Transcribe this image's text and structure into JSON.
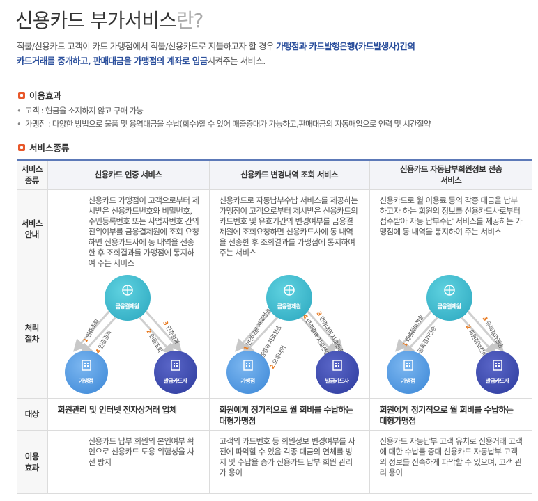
{
  "page": {
    "title_main": "신용카드 부가서비스",
    "title_suffix": "란?",
    "intro_part1": "직불/신용카드 고객이 카드 가맹점에서 직불/신용카드로 지불하고자 할 경우 ",
    "intro_part2": "가맹점과 카드발행은행(카드발생사)간의",
    "intro_part3": "카드거래를 중개하고, 판매대금을 가맹점의 계좌로 입금",
    "intro_part4": "시켜주는 서비스."
  },
  "effects": {
    "heading": "이용효과",
    "items": [
      "고객 : 현금을 소지하지 않고 구매 가능",
      "가맹점 : 다양한 방법으로 물품 및 용역대금을 수납(회수)할 수 있어 매출증대가 가능하고,판매대금의 자동매입으로 인력 및 시간절약"
    ]
  },
  "service_types": {
    "heading": "서비스종류",
    "row_labels": {
      "kind": "서비스 종류",
      "guide": "서비스 안내",
      "process": "처리 절차",
      "target": "대상",
      "effect": "이용 효과"
    },
    "columns": [
      {
        "name": "신용카드 인증 서비스",
        "guide": "신용카드 가맹점이 고객으로부터 제시받은 신용카드번호와 비밀번호, 주민등록번호 또는 사업자번호 간의 진위여부를 금융결제원에 조회 요청하면 신용카드사에 동 내역을 전송한 후 조회결과를 가맹점에 통지하여 주는 서비스",
        "target": "회원관리 및 인터넷 전자상거래 업체",
        "effect": "신용카드 납부 회원의 본인여부 확인으로 신용카드 도용 위험성을 사전 방지",
        "diagram": {
          "top": "금융결제원",
          "left": "가맹점",
          "right": "발급카드사",
          "steps": [
            "1 인증조회",
            "4 인증결과",
            "2 인증조회",
            "3 인증결과"
          ]
        }
      },
      {
        "name": "신용카드 변경내역 조회 서비스",
        "guide": "신용카드로 자동납부수납 서비스를 제공하는 가맹점이 고객으로부터 제시받은 신용카드의 카드번호 및 유효기간의 변경여부를 금융결제원에 조회요청하면 신용카드사에 동 내역을 전송한 후 조회결과를 가맹점에 통지하여 주는 서비스",
        "target": "회원에게 정기적으로 월 회비를 수납하는 대형가맹점",
        "effect": "고객의 카드번호 등 회원정보 변경여부를 사전에 파악할 수 있음 각종 대금의 연체를 방지 및 수납율 증가 신용카드 납부 회원 관리가 용이",
        "diagram": {
          "top": "금융결제원",
          "left": "가맹점",
          "right": "발급카드사",
          "steps": [
            "1 변경내용 자료전송",
            "5 변경결과 자료전송",
            "2 오류내역",
            "4 변경결과 자료전송",
            "3 변경내역 자료전송"
          ]
        }
      },
      {
        "name": "신용카드 자동납부회원정보 전송 서비스",
        "guide": "신용카드로 월 이용료 등의 각종 대금을 납부하고자 하는 회원의 정보를 신용카드사로부터 접수받아 자동 납부수납 서비스를 제공하는 가맹점에 동 내역을 통지하여 주는 서비스",
        "target": "회원에게 정기적으로 월 회비를 수납하는 대형가맹점",
        "effect": "신용카드 자동납부 고객 유치로 신용거래 고객에 대한 수납률 증대 신용카드 자동납부 고객의 정보를 신속하게 파악할 수 있으며, 고객 관리 용이",
        "diagram": {
          "top": "금융결제원",
          "left": "가맹점",
          "right": "발급카드사",
          "steps": [
            "1 회원정보전송",
            "4 등록결과전송",
            "2 회원정보전송",
            "3 등록결과전송"
          ]
        }
      }
    ]
  },
  "colors": {
    "accent_blue": "#2b4f9c",
    "section_icon": "#e8582b",
    "table_top_border": "#5c79b8",
    "node_top": "#2aa6be",
    "node_left": "#3a86d6",
    "node_right": "#2c3a9c",
    "step_number": "#e87a20"
  }
}
